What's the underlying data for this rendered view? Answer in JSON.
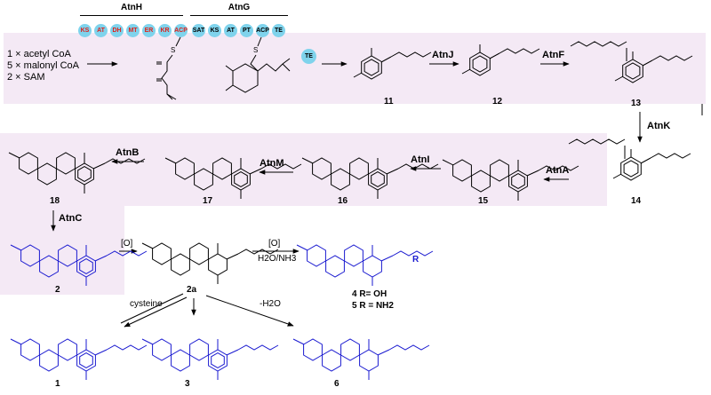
{
  "modules": {
    "atnH": "AtnH",
    "atnG": "AtnG",
    "atnH_domains": [
      "KS",
      "AT",
      "DH",
      "MT",
      "ER",
      "KR",
      "ACP"
    ],
    "atnG_domains": [
      "SAT",
      "KS",
      "AT",
      "PT",
      "ACP",
      "TE"
    ],
    "te_badge": "TE"
  },
  "feedstock": [
    "1 × acetyl CoA",
    "5 × malonyl CoA",
    "2 × SAM"
  ],
  "enzymes": {
    "atnJ": "AtnJ",
    "atnF": "AtnF",
    "atnK": "AtnK",
    "atnA": "AtnA",
    "atnI": "AtnI",
    "atnM": "AtnM",
    "atnB": "AtnB",
    "atnC": "AtnC"
  },
  "compounds": {
    "c11": "11",
    "c12": "12",
    "c13": "13",
    "c14": "14",
    "c15": "15",
    "c16": "16",
    "c17": "17",
    "c18": "18",
    "c2": "2",
    "c2a": "2a",
    "c4": "4",
    "c5": "5",
    "c1": "1",
    "c3": "3",
    "c6": "6"
  },
  "conditions": {
    "ox1": "[O]",
    "ox2": "[O]",
    "h2o_nh3": "H2O/NH3",
    "cysteine": "cysteine",
    "dehydration": "-H2O",
    "r_label": "R",
    "r_oh": "4 R= OH",
    "r_nh2": "5 R = NH2"
  },
  "colors": {
    "bg": "#f4e9f5",
    "domain": "#7fd3ec",
    "domain_red": "#e0201a",
    "blue": "#1a1ad0"
  }
}
